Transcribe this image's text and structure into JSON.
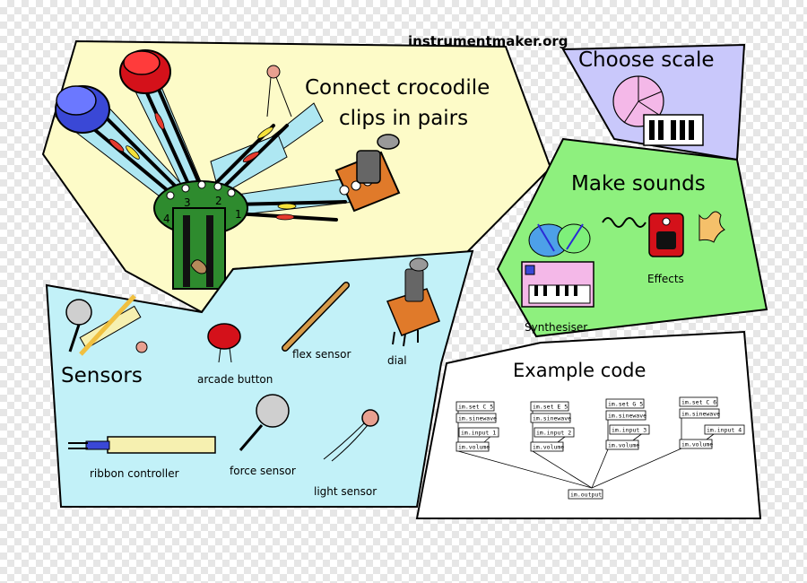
{
  "site": "instrumentmaker.org",
  "panels": {
    "connect": {
      "title_line1": "Connect crocodile",
      "title_line2": "clips in pairs",
      "pin_labels": [
        "4",
        "3",
        "2",
        "1"
      ]
    },
    "scale": {
      "title": "Choose scale"
    },
    "sounds": {
      "title": "Make sounds",
      "synth_label": "Synthesiser",
      "effects_label": "Effects"
    },
    "sensors": {
      "title": "Sensors",
      "items": {
        "arcade": "arcade button",
        "flex": "flex sensor",
        "dial": "dial",
        "ribbon": "ribbon controller",
        "force": "force sensor",
        "light": "light sensor"
      }
    },
    "code": {
      "title": "Example code",
      "columns": [
        {
          "set": "im.set C 5",
          "osc": "im.sinewave",
          "input": "im.input 1",
          "vol": "im.volume"
        },
        {
          "set": "im.set E 5",
          "osc": "im.sinewave",
          "input": "im.input 2",
          "vol": "im.volume"
        },
        {
          "set": "im.set G 5",
          "osc": "im.sinewave",
          "input": "im.input 3",
          "vol": "im.volume"
        },
        {
          "set": "im.set C 6",
          "osc": "im.sinewave",
          "input": "im.input 4",
          "vol": "im.volume"
        }
      ],
      "output": "im.output"
    }
  },
  "colors": {
    "connect_bg": "#fdfbc8",
    "scale_bg": "#c9c8fb",
    "sounds_bg": "#8ef07e",
    "sensors_bg": "#c2f1f8",
    "code_bg": "#ffffff"
  }
}
